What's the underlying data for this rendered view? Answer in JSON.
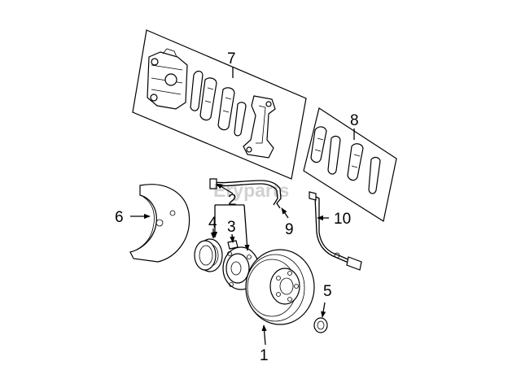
{
  "watermark": "Eryparts",
  "callouts": {
    "c1": "1",
    "c2": "2",
    "c3": "3",
    "c4": "4",
    "c5": "5",
    "c6": "6",
    "c7": "7",
    "c8": "8",
    "c9": "9",
    "c10": "10"
  }
}
